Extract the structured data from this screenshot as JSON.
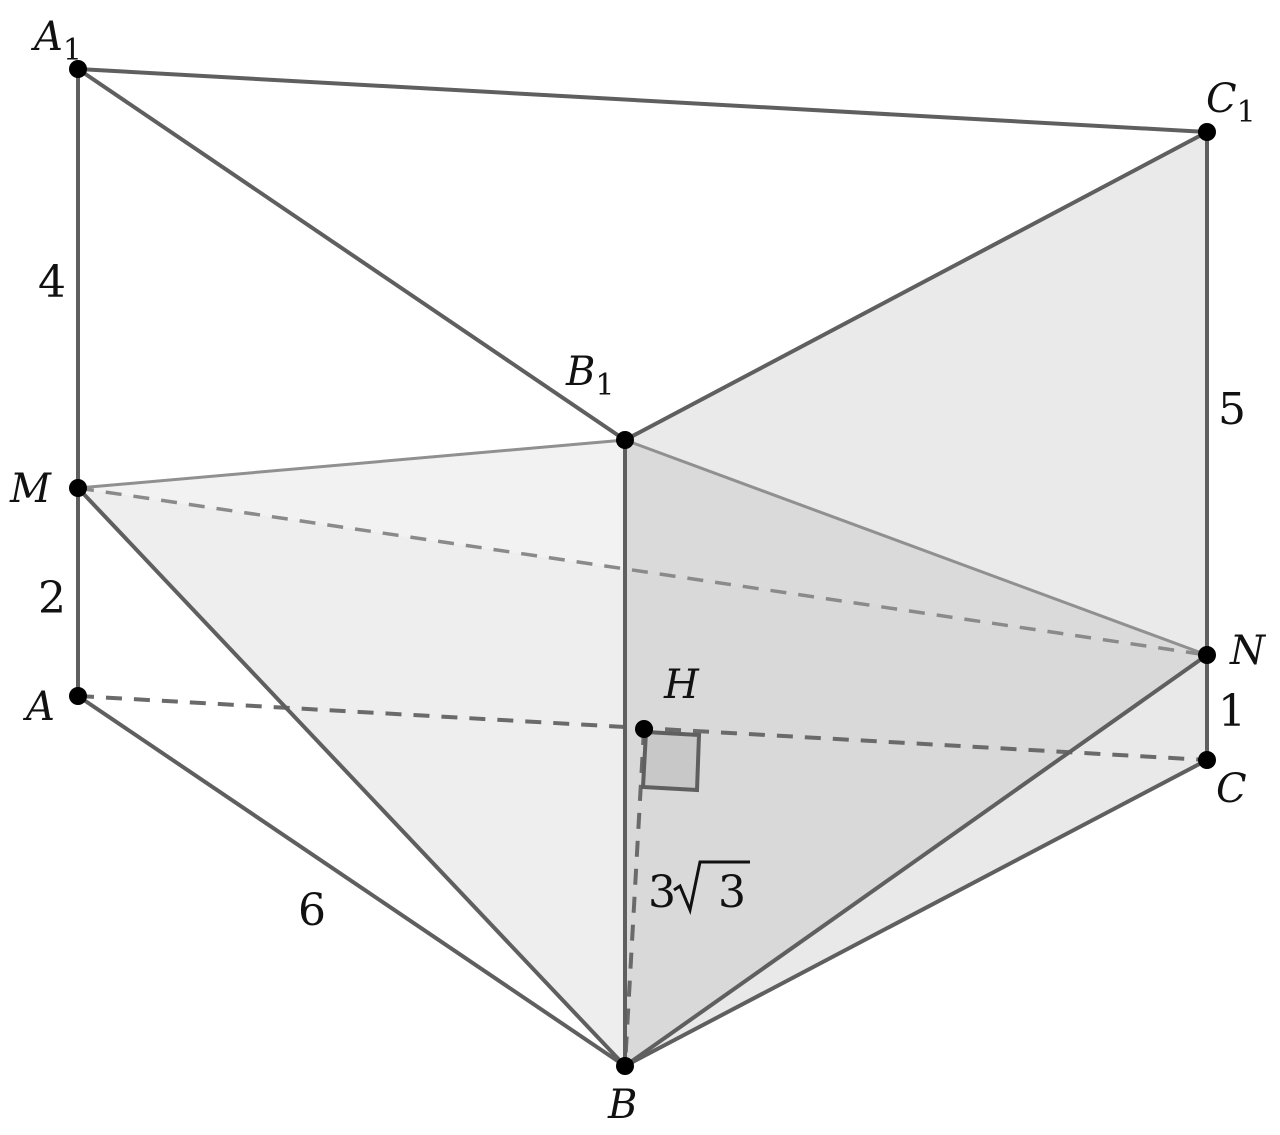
{
  "points": {
    "A1": {
      "letter": "A",
      "sub": "1"
    },
    "C1": {
      "letter": "C",
      "sub": "1"
    },
    "B1": {
      "letter": "B",
      "sub": "1"
    },
    "M": {
      "letter": "M",
      "sub": ""
    },
    "A": {
      "letter": "A",
      "sub": ""
    },
    "H": {
      "letter": "H",
      "sub": ""
    },
    "N": {
      "letter": "N",
      "sub": ""
    },
    "C": {
      "letter": "C",
      "sub": ""
    },
    "B": {
      "letter": "B",
      "sub": ""
    }
  },
  "lengths": {
    "a1_m": "4",
    "m_a": "2",
    "c1_n": "5",
    "n_c": "1",
    "a_b": "6",
    "h_b_coef": "3",
    "h_b_rad": "3"
  },
  "colors": {
    "edge": "#5f5f5f",
    "face_light": "#efefef",
    "face_mid": "#e2e2e2",
    "face_dark": "#d0d0d0"
  }
}
